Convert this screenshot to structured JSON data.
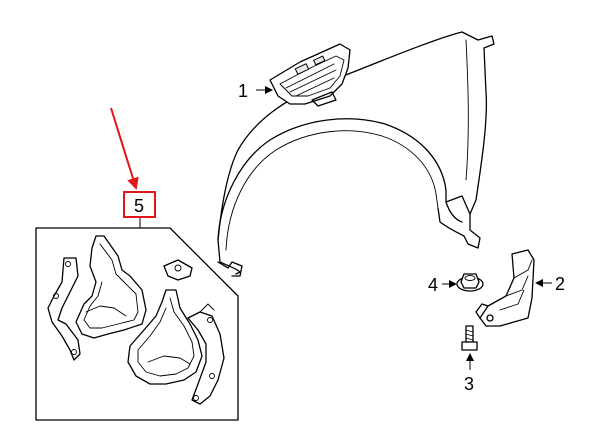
{
  "callouts": [
    {
      "id": "1",
      "label": "1"
    },
    {
      "id": "2",
      "label": "2"
    },
    {
      "id": "3",
      "label": "3"
    },
    {
      "id": "4",
      "label": "4"
    },
    {
      "id": "5",
      "label": "5"
    }
  ],
  "colors": {
    "line": "#000000",
    "highlight": "#e0161b",
    "background": "#ffffff"
  }
}
